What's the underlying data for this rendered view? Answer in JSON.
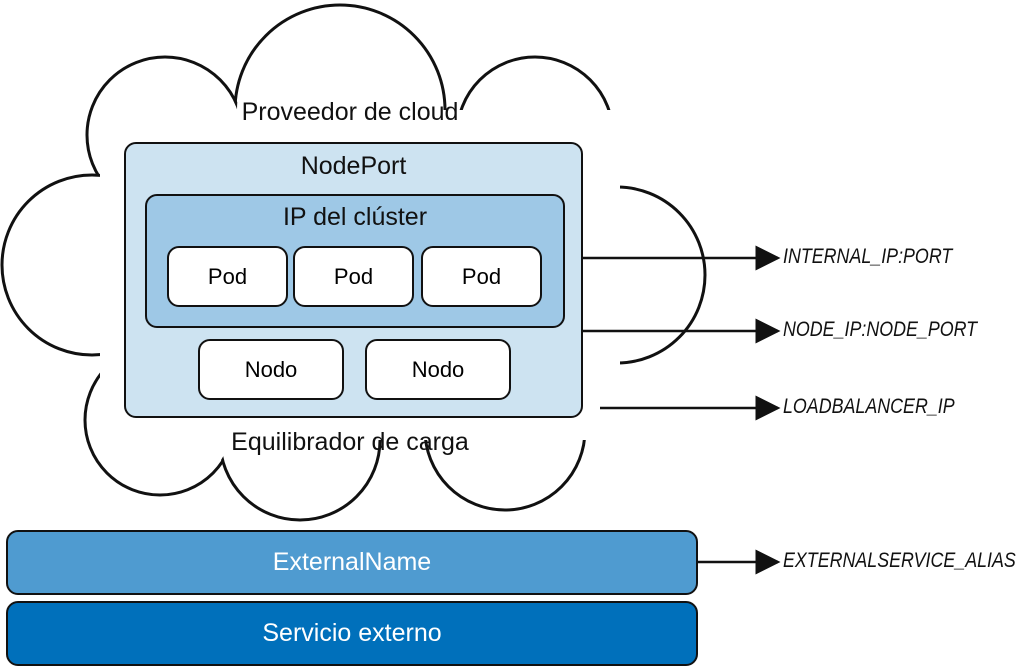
{
  "cloud": {
    "provider_label": "Proveedor de cloud",
    "loadbalancer_label": "Equilibrador de carga"
  },
  "nodeport": {
    "label": "NodePort",
    "color": "#cde3f1"
  },
  "cluster_ip": {
    "label": "IP del clúster",
    "color": "#9ec8e6",
    "pods": [
      "Pod",
      "Pod",
      "Pod"
    ]
  },
  "nodes": [
    "Nodo",
    "Nodo"
  ],
  "external_name": {
    "label": "ExternalName",
    "color": "#4f9bd0"
  },
  "external_service": {
    "label": "Servicio externo",
    "color": "#0070bb"
  },
  "endpoints": [
    "INTERNAL_IP:PORT",
    "NODE_IP:NODE_PORT",
    "LOADBALANCER_IP",
    "EXTERNALSERVICE_ALIAS"
  ]
}
